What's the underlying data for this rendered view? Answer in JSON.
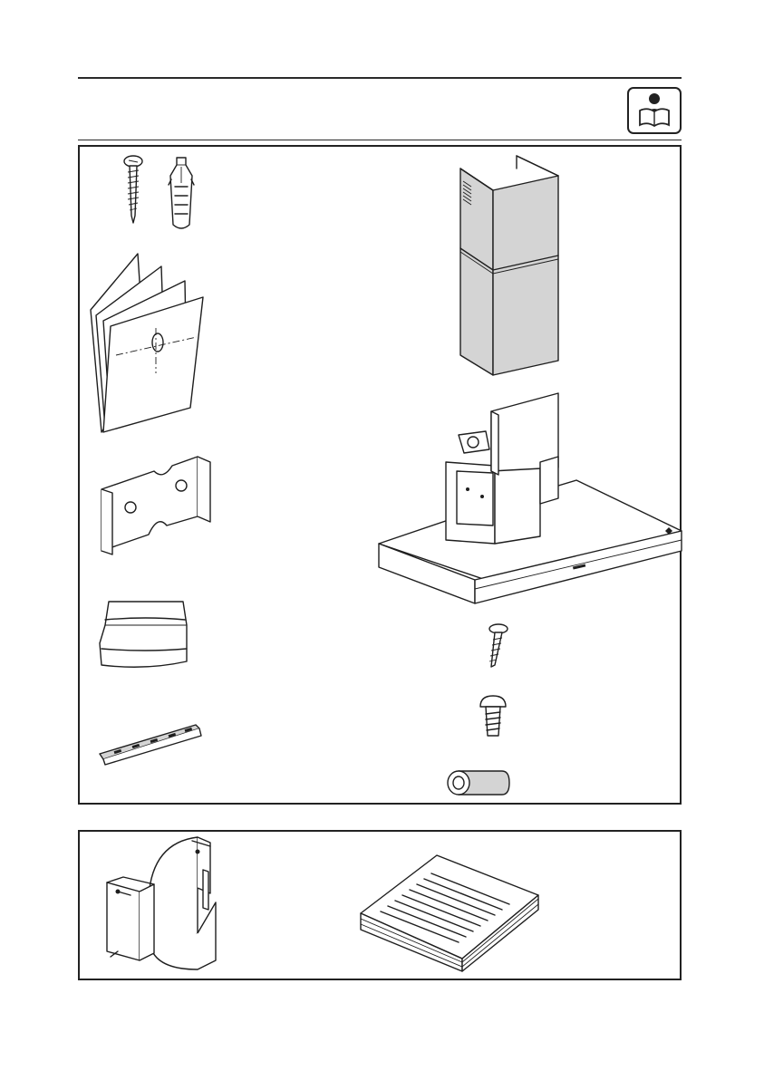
{
  "header": {
    "icon": "read-instructions-icon"
  },
  "supplied_parts": [
    {
      "name": "wall-screw-and-plug",
      "icon": "screw-and-wall-plug-icon"
    },
    {
      "name": "drilling-template",
      "icon": "drilling-template-icon"
    },
    {
      "name": "mounting-bracket",
      "icon": "bracket-icon"
    },
    {
      "name": "air-outlet-adapter",
      "icon": "adapter-icon"
    },
    {
      "name": "chimney-support-rail",
      "icon": "rail-icon"
    },
    {
      "name": "telescopic-chimney",
      "icon": "chimney-icon"
    },
    {
      "name": "hood-body",
      "icon": "hood-icon"
    },
    {
      "name": "long-screw",
      "icon": "screw-icon"
    },
    {
      "name": "short-screw",
      "icon": "short-screw-icon"
    },
    {
      "name": "spacer",
      "icon": "spacer-icon"
    }
  ],
  "optional_parts": [
    {
      "name": "recirculation-deflector",
      "icon": "deflector-icon"
    },
    {
      "name": "charcoal-filter",
      "icon": "filter-icon"
    }
  ]
}
